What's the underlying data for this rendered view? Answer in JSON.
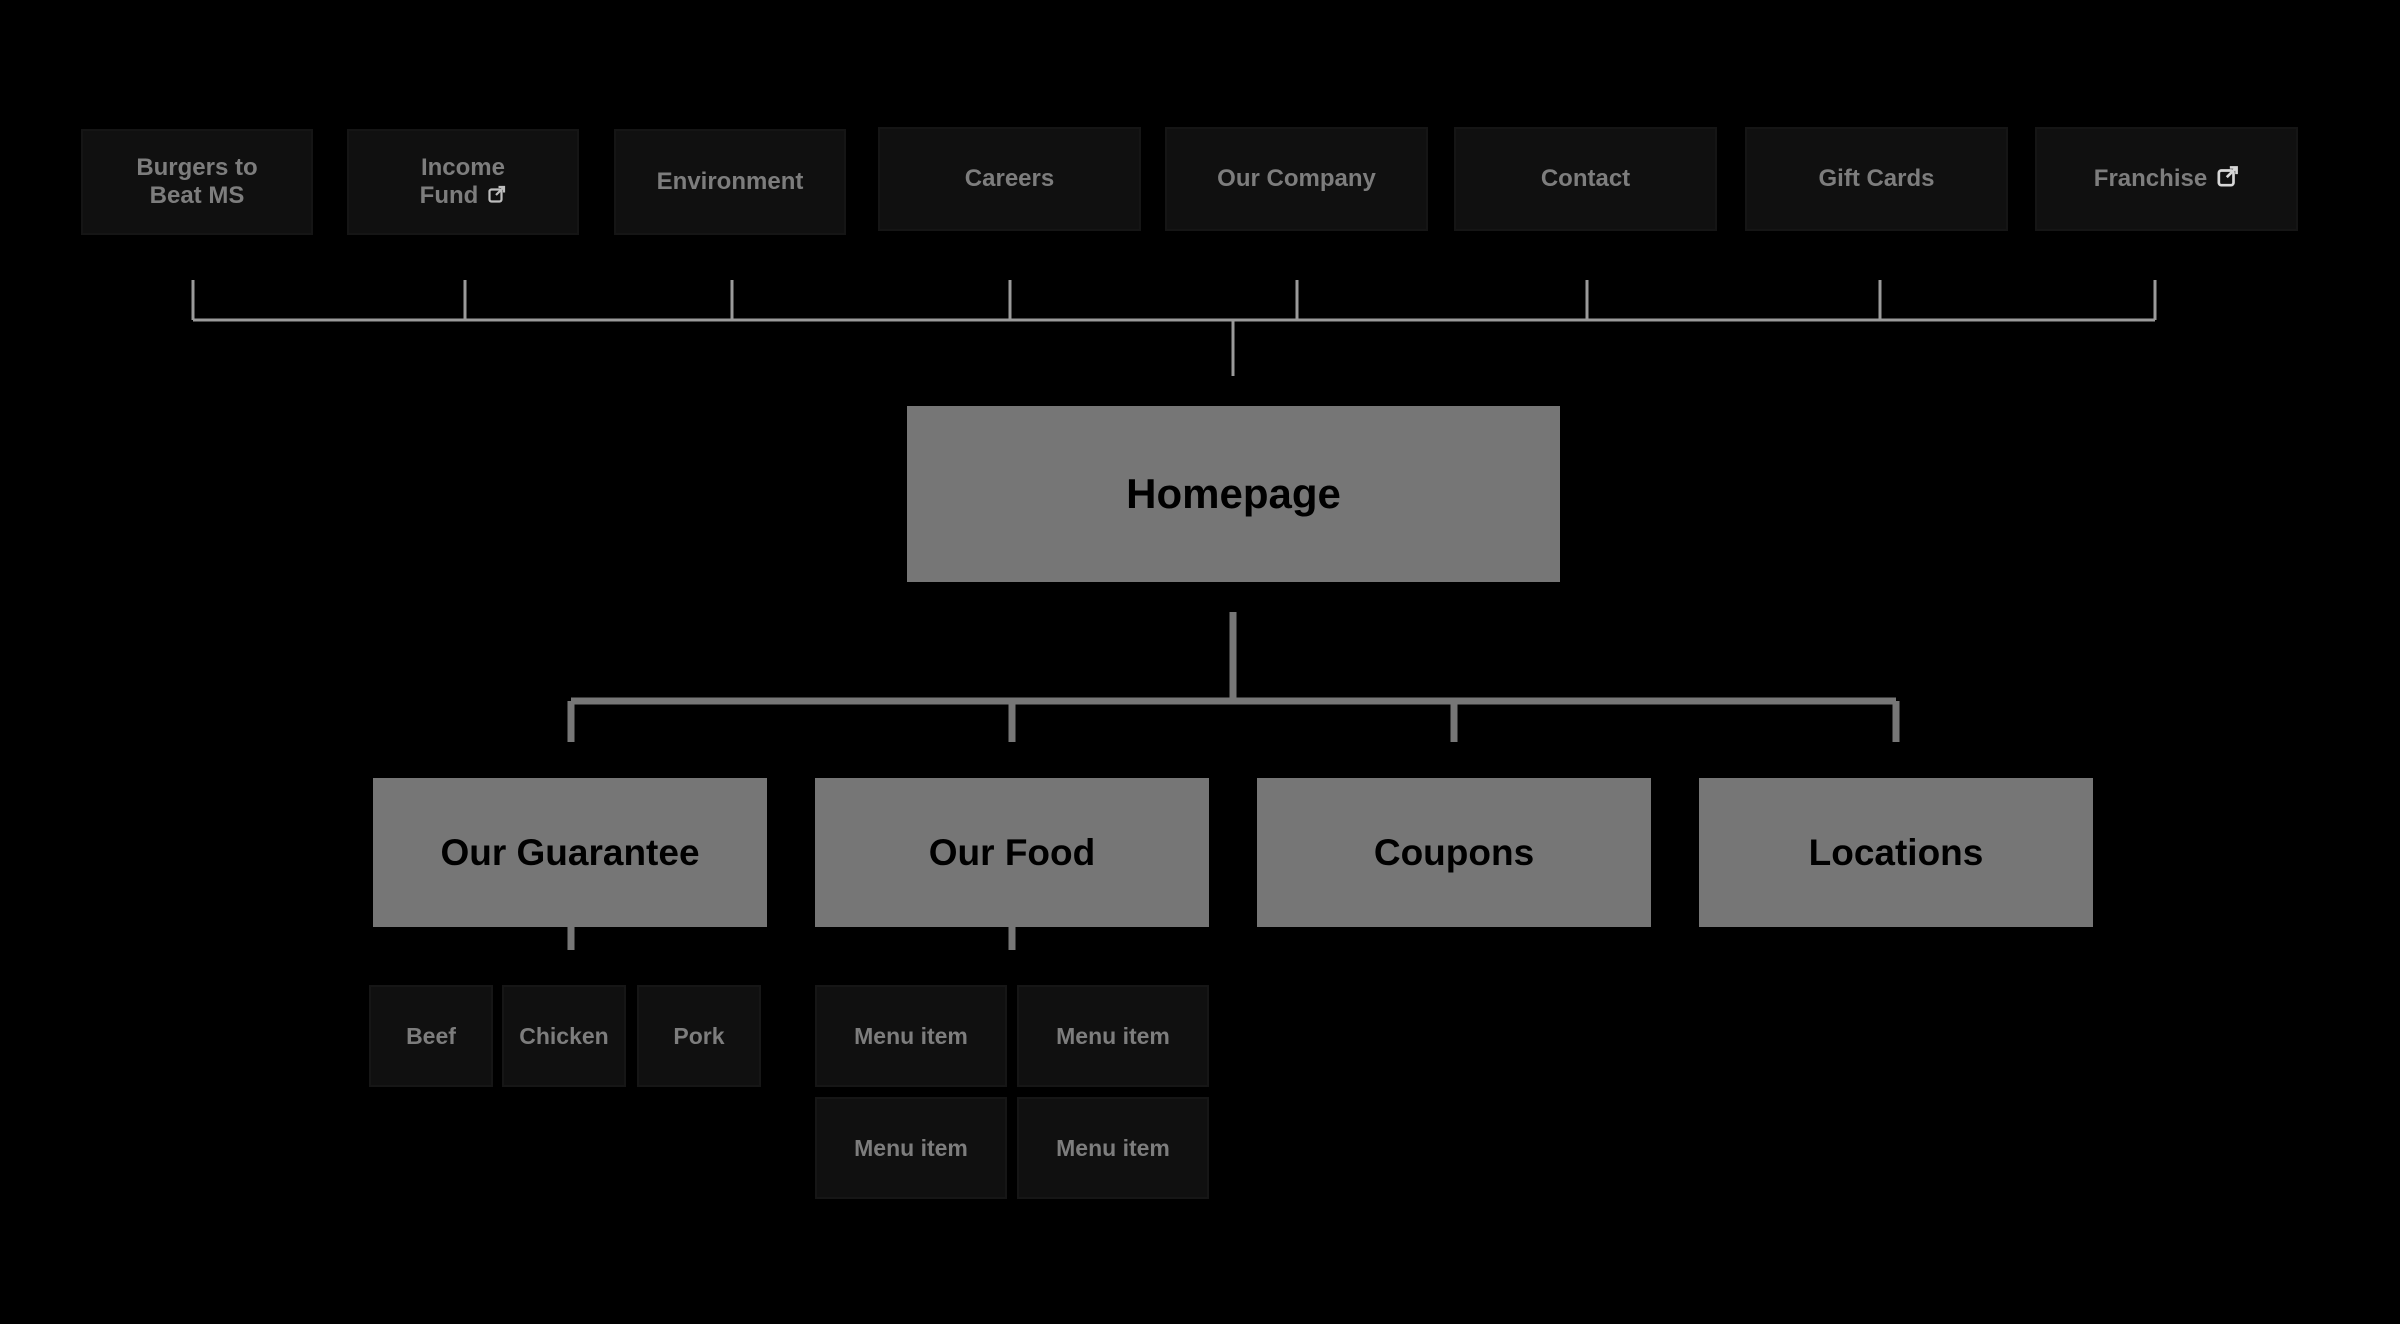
{
  "diagram": {
    "background": "#000000",
    "top_nav": [
      {
        "line1": "Burgers to",
        "line2": "Beat MS",
        "external": false
      },
      {
        "line1": "Income",
        "line2": "Fund",
        "external": true
      },
      {
        "line1": "Environment",
        "line2": "",
        "external": false
      },
      {
        "line1": "Careers",
        "line2": "",
        "external": false
      },
      {
        "line1": "Our Company",
        "line2": "",
        "external": false
      },
      {
        "line1": "Contact",
        "line2": "",
        "external": false
      },
      {
        "line1": "Gift Cards",
        "line2": "",
        "external": false
      },
      {
        "line1": "Franchise",
        "line2": "",
        "external": true
      }
    ],
    "homepage": "Homepage",
    "sections": [
      "Our Guarantee",
      "Our Food",
      "Coupons",
      "Locations"
    ],
    "guarantee_children": [
      "Beef",
      "Chicken",
      "Pork"
    ],
    "food_children": [
      "Menu item",
      "Menu item",
      "Menu item",
      "Menu item"
    ],
    "colors": {
      "main_box": "#767676",
      "top_box": "#101010",
      "top_text": "#7d7d7d",
      "connector_top": "#9a9a9a",
      "connector_main": "#777777"
    },
    "icons": {
      "external_link": "external-link-icon"
    }
  }
}
